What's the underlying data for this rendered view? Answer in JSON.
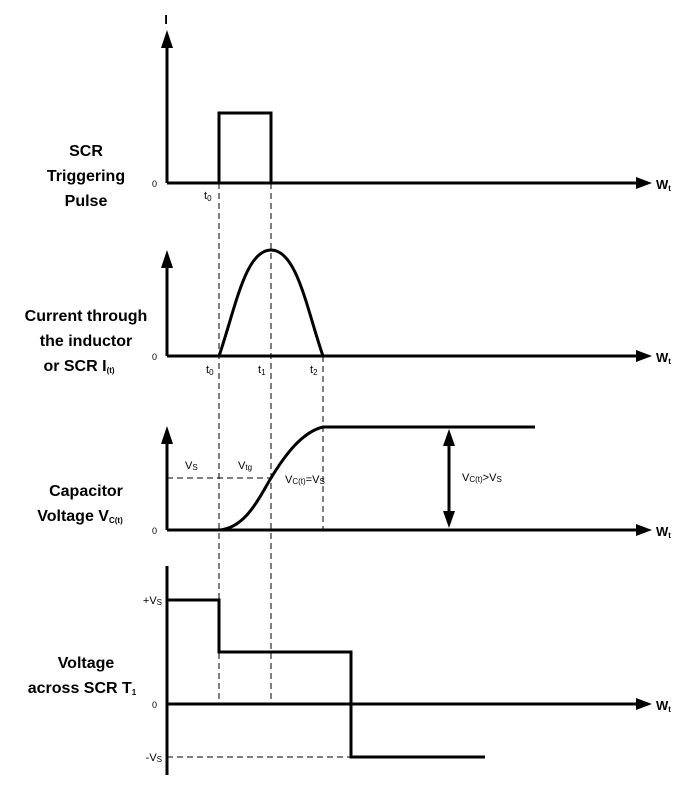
{
  "y_axis_label": "I",
  "x_axis_label_main": "W",
  "x_axis_label_sub": "t",
  "zero_label": "0",
  "panels": {
    "trigger": {
      "label_lines": [
        "SCR",
        "Triggering",
        "Pulse"
      ],
      "t0_main": "t",
      "t0_sub": "0"
    },
    "current": {
      "label_lines": [
        "Current through",
        "the inductor"
      ],
      "label_line3_main": "or SCR I",
      "label_line3_sub": "(t)",
      "t0_main": "t",
      "t0_sub": "0",
      "t1_main": "t",
      "t1_sub": "1",
      "t2_main": "t",
      "t2_sub": "2"
    },
    "capacitor": {
      "label_line1": "Capacitor",
      "label_line2_main": "Voltage V",
      "label_line2_sub": "C(t)",
      "vs_main": "V",
      "vs_sub": "S",
      "vtg_main": "V",
      "vtg_sub": "tg",
      "vc_eq_pre": "V",
      "vc_eq_sub": "C(t)",
      "vc_eq_post": "=V",
      "vc_eq_sub2": "S",
      "vc_gt_pre": "V",
      "vc_gt_sub": "C(t)",
      "vc_gt_post": ">V",
      "vc_gt_sub2": "S"
    },
    "scr_voltage": {
      "label_line1": "Voltage",
      "label_line2_main": "across SCR T",
      "label_line2_sub": "1",
      "plus_vs_main": "+V",
      "plus_vs_sub": "S",
      "minus_vs_main": "-V",
      "minus_vs_sub": "S"
    }
  }
}
